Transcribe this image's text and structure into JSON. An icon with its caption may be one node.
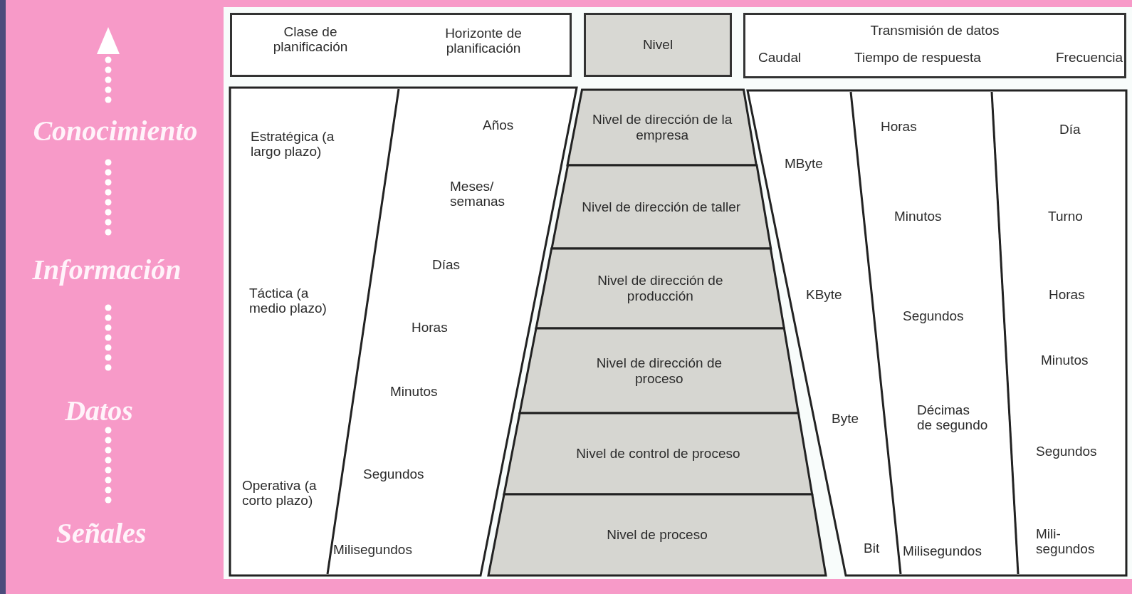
{
  "diagram": {
    "nodes": [
      {
        "text": [
          "Clase de planificación",
          "Horizonte de planificación"
        ]
      },
      {
        "text": [
          "Nivel"
        ]
      },
      {
        "text": [
          "Transmisión de datos",
          "Caudal",
          "Tiempo de respuesta",
          "Frecuencia"
        ]
      },
      {
        "text": [
          "Nivel de dirección de la empresa"
        ]
      },
      {
        "text": [
          "Nivel de dirección de taller"
        ]
      },
      {
        "text": [
          "Nivel de dirección de producción"
        ]
      },
      {
        "text": [
          "Nivel de dirección de proceso"
        ]
      },
      {
        "text": [
          "Nivel de control de proceso"
        ]
      },
      {
        "text": [
          "Nivel de proceso"
        ]
      }
    ],
    "labels": [
      "Conocimiento",
      "Información",
      "Datos",
      "Señales",
      "Estratégica (a largo plazo)",
      "Táctica (a medio plazo)",
      "Operativa (a corto plazo)",
      "Años",
      "Meses/ semanas",
      "Días",
      "Horas",
      "Minutos",
      "Segundos",
      "Milisegundos",
      "MByte",
      "KByte",
      "Byte",
      "Bit",
      "Horas",
      "Minutos",
      "Segundos",
      "Décimas de segundo",
      "Milisegundos",
      "Día",
      "Turno",
      "Horas",
      "Minutos",
      "Segundos",
      "Mili- segundos"
    ]
  }
}
